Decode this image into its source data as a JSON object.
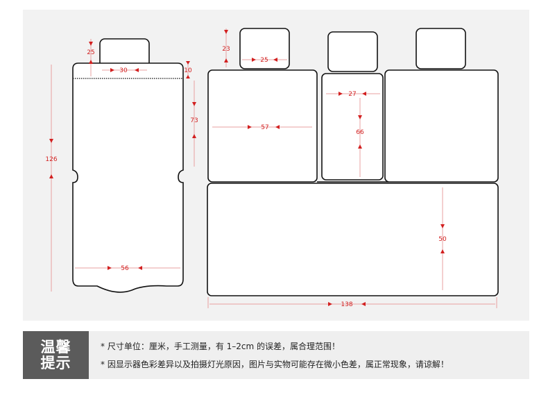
{
  "dimensions": {
    "left_headrest_height": "25",
    "left_headrest_width": "30",
    "left_top_gap": "10",
    "left_upper_height": "73",
    "left_total_height": "126",
    "left_width": "56",
    "middle_headrest_height": "23",
    "middle_headrest_width": "25",
    "center_panel_width": "27",
    "center_panel_height": "66",
    "back_panel_width": "57",
    "bench_depth": "50",
    "total_width": "138"
  },
  "tips": {
    "label_line_1": "温馨",
    "label_line_2": "提示",
    "line_1": "* 尺寸单位：厘米，手工测量，有 1–2cm 的误差，属合理范围！",
    "line_2": "* 因显示器色彩差异以及拍摄灯光原因，图片与实物可能存在微小色差，属正常现象，请谅解！"
  },
  "colors": {
    "panel_background": "#f2f2f2",
    "outline": "#111111",
    "dimension": "#d21f1f",
    "tip_label_background": "#5b5b5b"
  }
}
